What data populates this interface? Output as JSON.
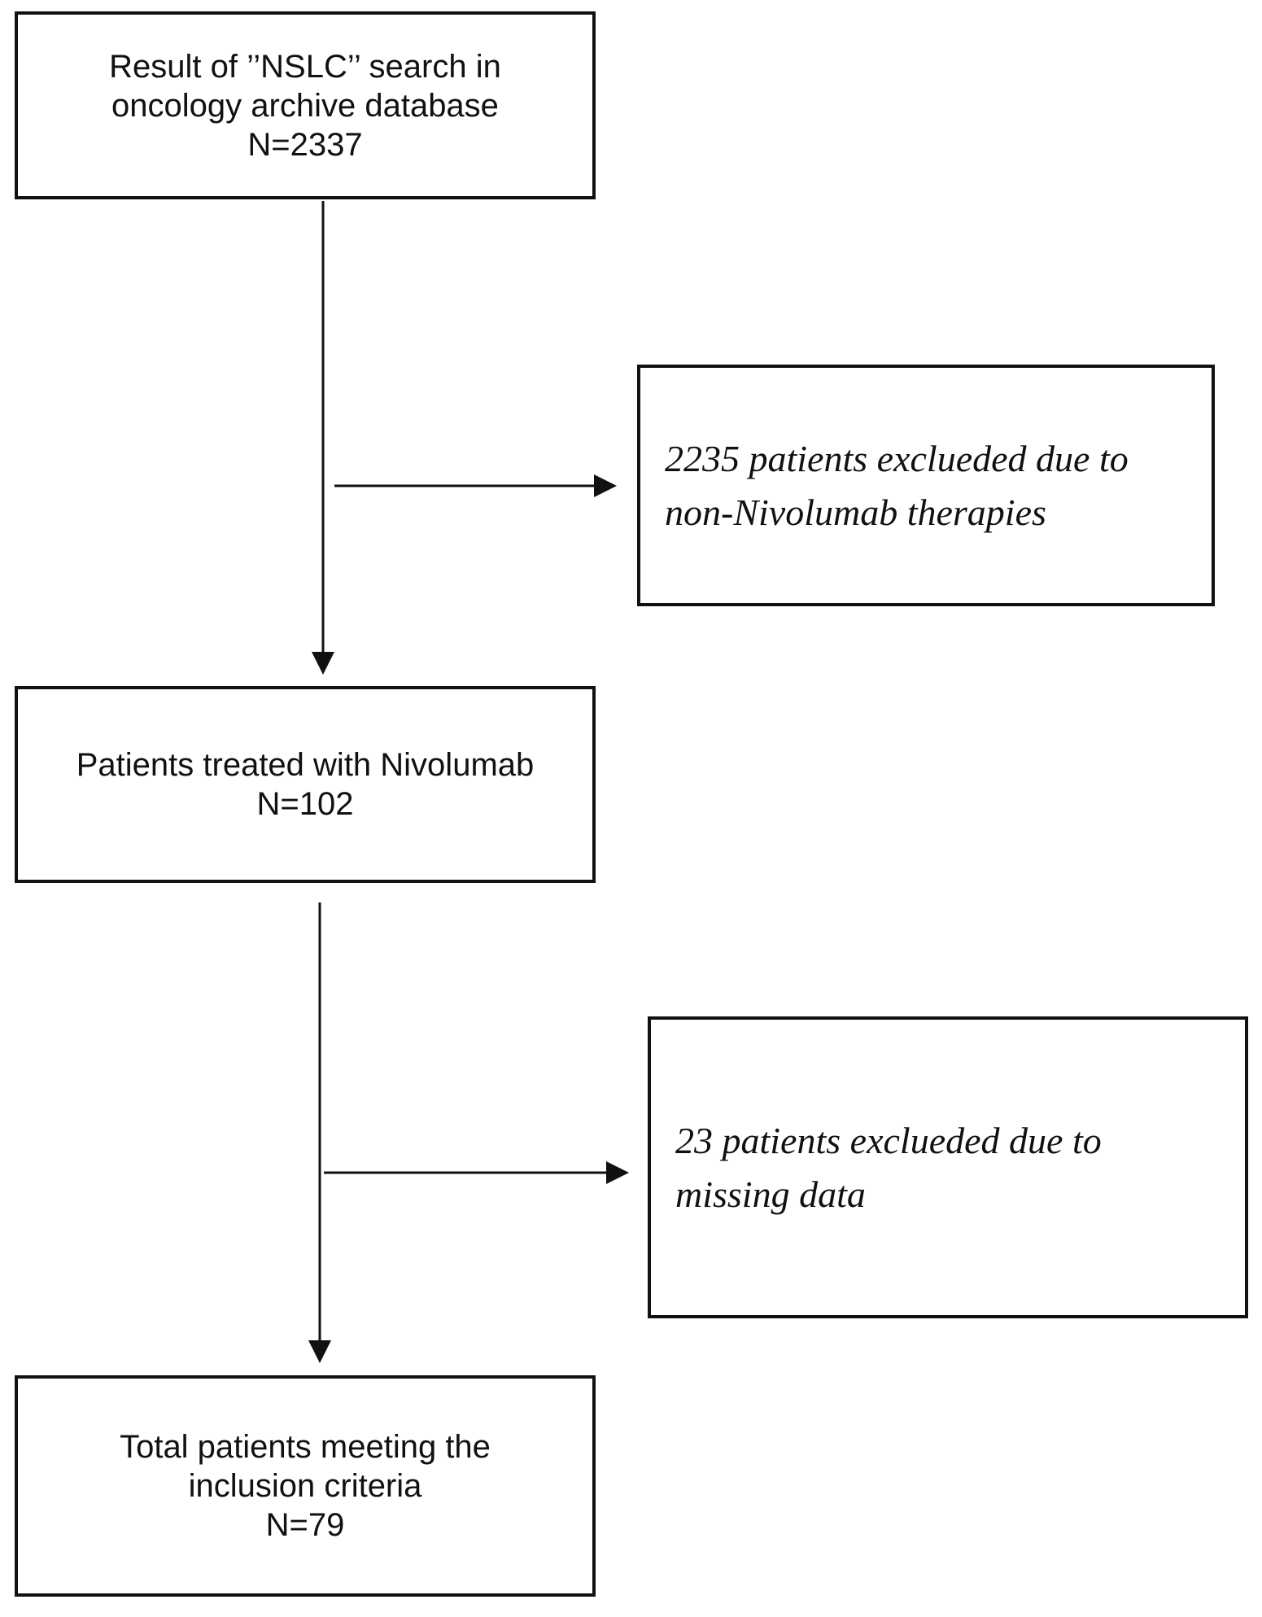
{
  "flowchart": {
    "nodes": [
      {
        "id": "search-result",
        "lines": [
          "Result of ’’NSLC’’ search in",
          "oncology archive database",
          "N=2337"
        ],
        "count": 2337
      },
      {
        "id": "excluded-non-nivolumab",
        "lines": [
          "2235 patients exclueded due to",
          "non-Nivolumab therapies"
        ],
        "count": 2235
      },
      {
        "id": "treated-with-nivolumab",
        "lines": [
          "Patients treated with Nivolumab",
          "N=102"
        ],
        "count": 102
      },
      {
        "id": "excluded-missing-data",
        "lines": [
          "23 patients exclueded due to",
          "missing data"
        ],
        "count": 23
      },
      {
        "id": "total-inclusion",
        "lines": [
          "Total patients meeting the",
          "inclusion criteria",
          "N=79"
        ],
        "count": 79
      }
    ],
    "colors": {
      "box_border": "#111111",
      "arrow": "#111111",
      "text": "#111111",
      "background": "#ffffff"
    }
  }
}
